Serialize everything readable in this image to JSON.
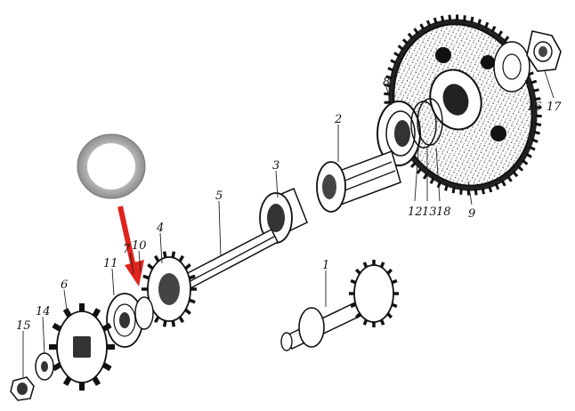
{
  "labels": {
    "l1": "1",
    "l2": "2",
    "l3": "3",
    "l4": "4",
    "l5": "5",
    "l6": "6",
    "l7": "7",
    "l8": "8",
    "l9": "9",
    "l10": "10",
    "l11": "11",
    "l12": "12",
    "l13": "13",
    "l14": "14",
    "l15": "15",
    "l16": "16",
    "l17": "17",
    "l18": "18"
  },
  "colors": {
    "arrow": "#e0231c",
    "washer": "#9a9a9a"
  }
}
